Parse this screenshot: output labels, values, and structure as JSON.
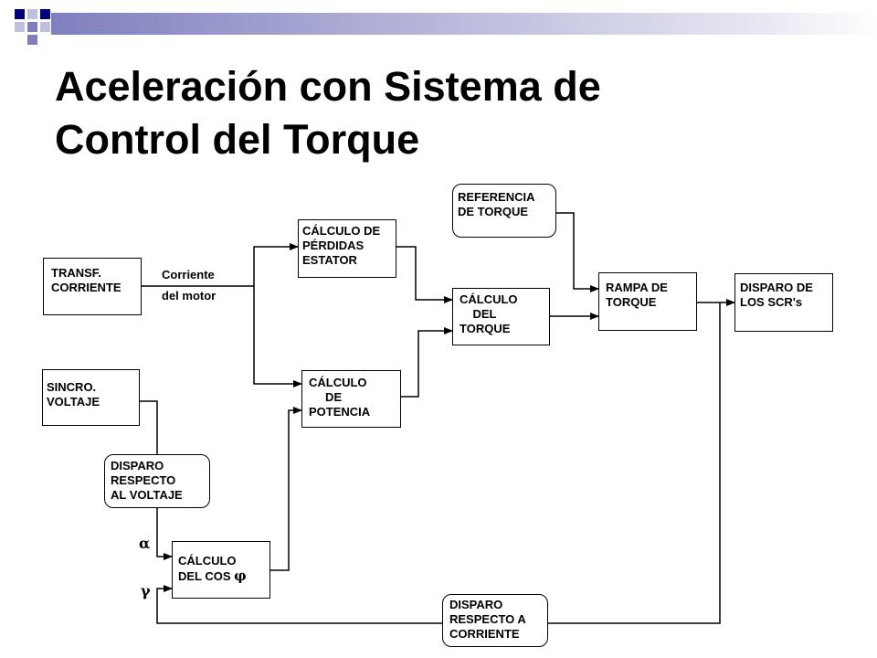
{
  "slide": {
    "title": "Aceleración con Sistema de\nControl del Torque",
    "accent_colors": [
      "#000080",
      "#7f7fbf",
      "#bfbfdf"
    ]
  },
  "blocks": {
    "transf_corriente": "TRANSF.\nCORRIENTE",
    "sincro_voltaje": "SINCRO.\nVOLTAJE",
    "disparo_voltaje": "DISPARO\nRESPECTO\nAL VOLTAJE",
    "calculo_perdidas": "CÁLCULO DE\nPÉRDIDAS\nESTATOR",
    "calculo_potencia": "CÁLCULO\n     DE\nPOTENCIA",
    "referencia_torque": "REFERENCIA\nDE TORQUE",
    "calculo_torque": "CÁLCULO\n    DEL\nTORQUE",
    "rampa_torque": "RAMPA DE\nTORQUE",
    "disparo_scrs": "DISPARO DE\nLOS SCR's",
    "calculo_cos": "CÁLCULO\nDEL COS ",
    "phi_symbol": "φ",
    "disparo_corriente": "DISPARO\nRESPECTO A\nCORRIENTE"
  },
  "labels": {
    "corriente": "Corriente",
    "del_motor": "del motor",
    "alpha": "α",
    "gamma": "γ"
  }
}
